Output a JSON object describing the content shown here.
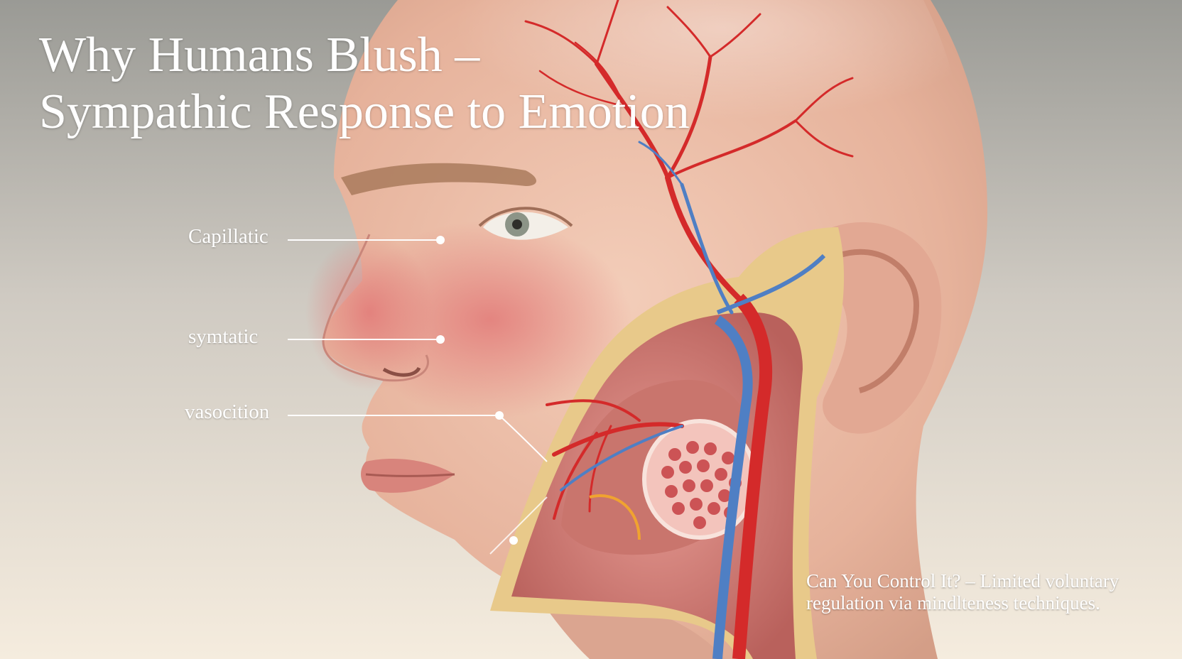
{
  "title": {
    "line1": "Why Humans Blush –",
    "line2": "Sympathic Response to Emotion"
  },
  "callouts": [
    {
      "label": "Capillatic"
    },
    {
      "label": "symtatic"
    },
    {
      "label": "vasocition"
    }
  ],
  "caption": {
    "line1": "Can You Control It? – Limited voluntary",
    "line2": "regulation via mindlteness techniques."
  },
  "colors": {
    "background_top": "#9d9d98",
    "background_bottom": "#f4ebdd",
    "skin": "#e9b7a0",
    "blush": "#e48a86",
    "artery": "#d42a2a",
    "vein": "#4f7fc4",
    "bone": "#e8c98a",
    "callout": "#ffffff"
  }
}
